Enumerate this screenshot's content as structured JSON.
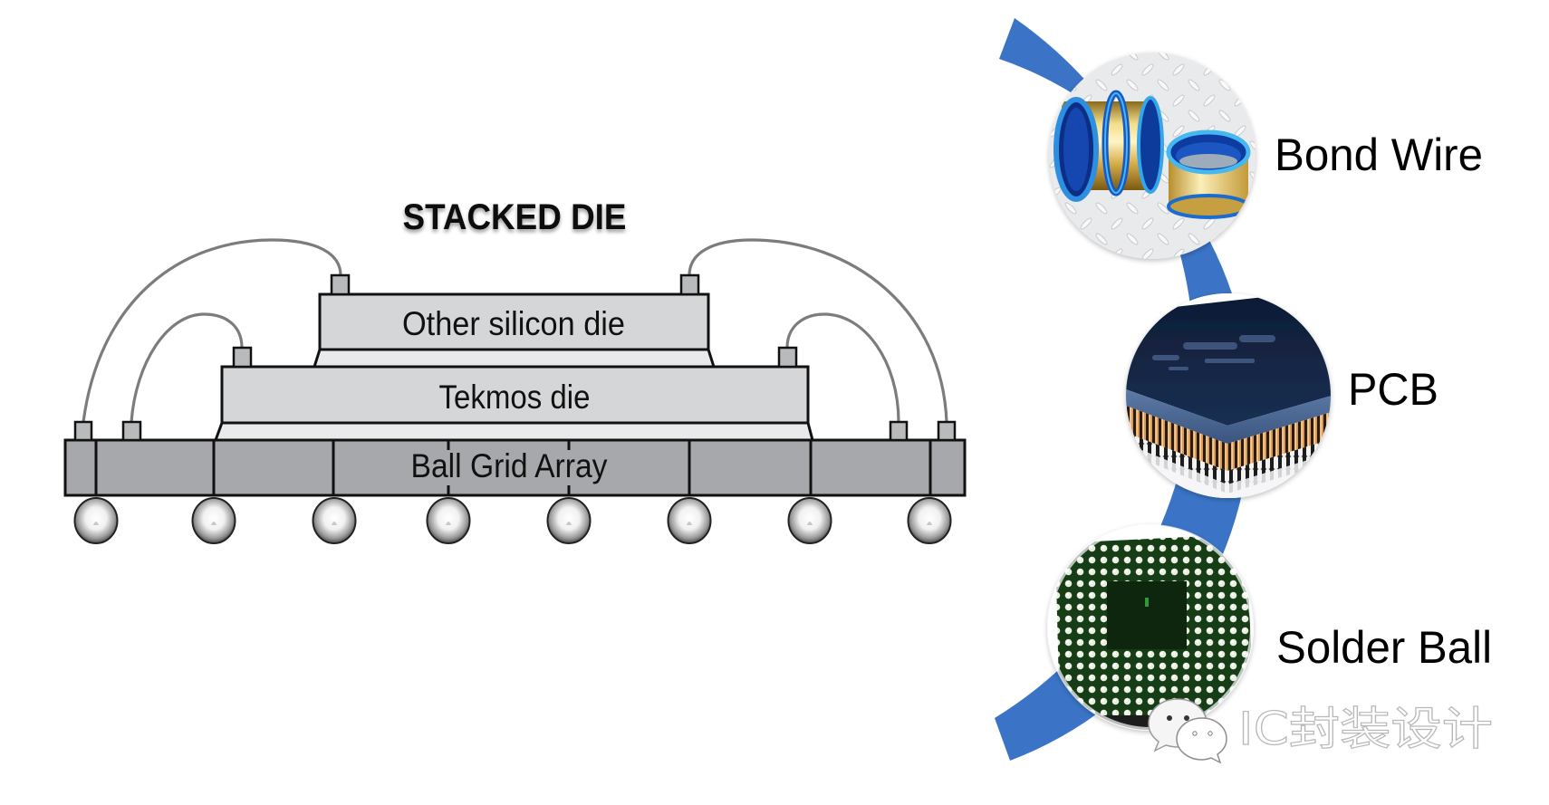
{
  "diagram": {
    "title": "STACKED DIE",
    "layers": {
      "top_die": "Other silicon die",
      "middle_die": "Tekmos die",
      "substrate": "Ball Grid Array"
    },
    "solder_ball_count": 8,
    "bond_wire_count": 4,
    "bond_pad_count": 8
  },
  "components": [
    {
      "label": "Bond Wire",
      "image": "gold-bond-wire-spools"
    },
    {
      "label": "PCB",
      "image": "ic-package-on-pcb"
    },
    {
      "label": "Solder Ball",
      "image": "bga-solder-ball-array"
    }
  ],
  "watermark": {
    "icon": "wechat-icon",
    "text": "IC封装设计"
  },
  "colors": {
    "connector_arc": "#3b74c6",
    "substrate": "#a7a8ab",
    "die": "#d5d6d8",
    "die_attach": "#e9eaeb",
    "bond_pad": "#b9babc",
    "bond_wire": "#7a7a7a",
    "outline": "#111111"
  }
}
